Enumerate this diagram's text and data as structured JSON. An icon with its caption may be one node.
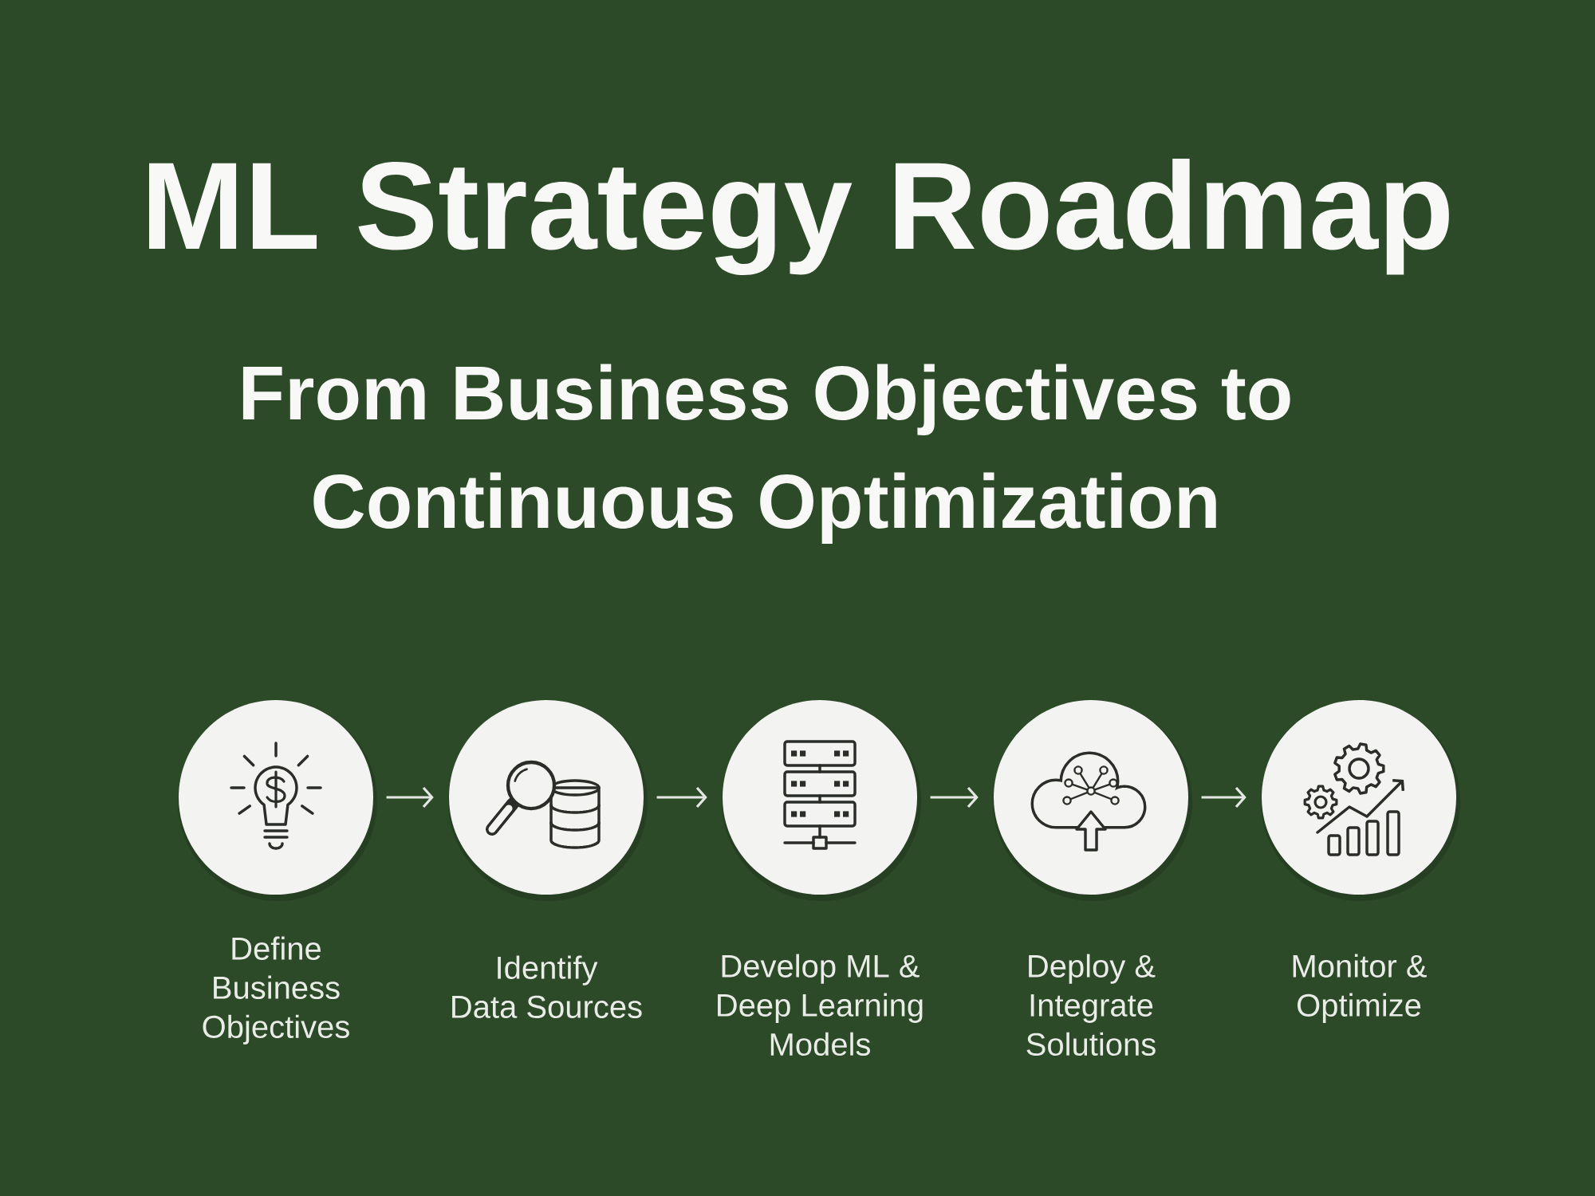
{
  "diagram": {
    "title": "ML Strategy Roadmap",
    "nodes": [
      {
        "text": [
          "Define Business Objectives"
        ]
      },
      {
        "text": [
          "Identify Data Sources"
        ]
      },
      {
        "text": [
          "Develop ML & Deep Learning Models"
        ]
      },
      {
        "text": [
          "Deploy & Integrate Solutions"
        ]
      },
      {
        "text": [
          "Monitor & Optimize"
        ]
      }
    ],
    "edges": [
      {
        "from": 0,
        "to": 1,
        "arrow": "to"
      },
      {
        "from": 1,
        "to": 2,
        "arrow": "to"
      },
      {
        "from": 2,
        "to": 3,
        "arrow": "to"
      },
      {
        "from": 3,
        "to": 4,
        "arrow": "to"
      }
    ],
    "labels": [
      "From Business Objectives to Continuous Optimization"
    ]
  }
}
